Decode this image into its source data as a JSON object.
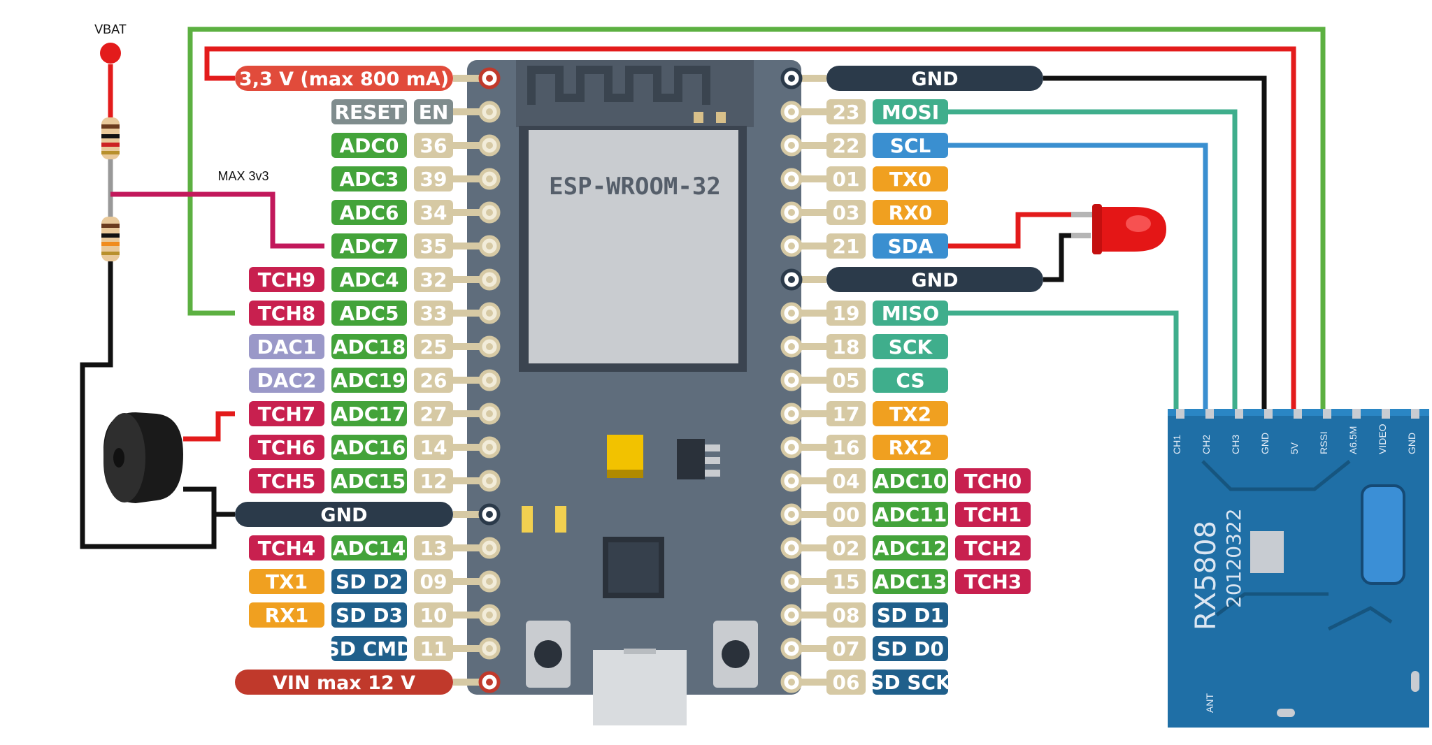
{
  "labels": {
    "vbat": "VBAT",
    "max3v3": "MAX 3v3",
    "module": "ESP-WROOM-32",
    "rx_model": "RX5808",
    "rx_date": "20120322"
  },
  "left_pins": [
    {
      "row": 0,
      "tags": [
        {
          "t": "3,3 V (max 800 mA)",
          "c": "red3v",
          "w": "wide"
        }
      ],
      "hole": "power"
    },
    {
      "row": 1,
      "tags": [
        {
          "t": "RESET",
          "c": "gray"
        },
        {
          "t": "EN",
          "c": "gray",
          "w": "num"
        }
      ]
    },
    {
      "row": 2,
      "tags": [
        {
          "t": "ADC0",
          "c": "green"
        },
        {
          "t": "36",
          "c": "tan",
          "w": "num"
        }
      ]
    },
    {
      "row": 3,
      "tags": [
        {
          "t": "ADC3",
          "c": "green"
        },
        {
          "t": "39",
          "c": "tan",
          "w": "num"
        }
      ]
    },
    {
      "row": 4,
      "tags": [
        {
          "t": "ADC6",
          "c": "green"
        },
        {
          "t": "34",
          "c": "tan",
          "w": "num"
        }
      ]
    },
    {
      "row": 5,
      "tags": [
        {
          "t": "ADC7",
          "c": "green"
        },
        {
          "t": "35",
          "c": "tan",
          "w": "num"
        }
      ]
    },
    {
      "row": 6,
      "tags": [
        {
          "t": "TCH9",
          "c": "pink"
        },
        {
          "t": "ADC4",
          "c": "green"
        },
        {
          "t": "32",
          "c": "tan",
          "w": "num"
        }
      ]
    },
    {
      "row": 7,
      "tags": [
        {
          "t": "TCH8",
          "c": "pink"
        },
        {
          "t": "ADC5",
          "c": "green"
        },
        {
          "t": "33",
          "c": "tan",
          "w": "num"
        }
      ]
    },
    {
      "row": 8,
      "tags": [
        {
          "t": "DAC1",
          "c": "lav"
        },
        {
          "t": "ADC18",
          "c": "green"
        },
        {
          "t": "25",
          "c": "tan",
          "w": "num"
        }
      ]
    },
    {
      "row": 9,
      "tags": [
        {
          "t": "DAC2",
          "c": "lav"
        },
        {
          "t": "ADC19",
          "c": "green"
        },
        {
          "t": "26",
          "c": "tan",
          "w": "num"
        }
      ]
    },
    {
      "row": 10,
      "tags": [
        {
          "t": "TCH7",
          "c": "pink"
        },
        {
          "t": "ADC17",
          "c": "green"
        },
        {
          "t": "27",
          "c": "tan",
          "w": "num"
        }
      ]
    },
    {
      "row": 11,
      "tags": [
        {
          "t": "TCH6",
          "c": "pink"
        },
        {
          "t": "ADC16",
          "c": "green"
        },
        {
          "t": "14",
          "c": "tan",
          "w": "num"
        }
      ]
    },
    {
      "row": 12,
      "tags": [
        {
          "t": "TCH5",
          "c": "pink"
        },
        {
          "t": "ADC15",
          "c": "green"
        },
        {
          "t": "12",
          "c": "tan",
          "w": "num"
        }
      ]
    },
    {
      "row": 13,
      "tags": [
        {
          "t": "GND",
          "c": "navy",
          "w": "wide"
        }
      ],
      "hole": "gnd"
    },
    {
      "row": 14,
      "tags": [
        {
          "t": "TCH4",
          "c": "pink"
        },
        {
          "t": "ADC14",
          "c": "green"
        },
        {
          "t": "13",
          "c": "tan",
          "w": "num"
        }
      ]
    },
    {
      "row": 15,
      "tags": [
        {
          "t": "TX1",
          "c": "orange"
        },
        {
          "t": "SD D2",
          "c": "blue"
        },
        {
          "t": "09",
          "c": "tan",
          "w": "num"
        }
      ]
    },
    {
      "row": 16,
      "tags": [
        {
          "t": "RX1",
          "c": "orange"
        },
        {
          "t": "SD D3",
          "c": "blue"
        },
        {
          "t": "10",
          "c": "tan",
          "w": "num"
        }
      ]
    },
    {
      "row": 17,
      "tags": [
        {
          "t": "SD CMD",
          "c": "blue"
        },
        {
          "t": "11",
          "c": "tan",
          "w": "num"
        }
      ]
    },
    {
      "row": 18,
      "tags": [
        {
          "t": "VIN max 12 V",
          "c": "redvin",
          "w": "wide"
        }
      ],
      "hole": "power"
    }
  ],
  "right_pins": [
    {
      "row": 0,
      "tags": [
        {
          "t": "GND",
          "c": "navy",
          "w": "wide"
        }
      ],
      "hole": "gnd"
    },
    {
      "row": 1,
      "tags": [
        {
          "t": "23",
          "c": "tan",
          "w": "num"
        },
        {
          "t": "MOSI",
          "c": "teal"
        }
      ]
    },
    {
      "row": 2,
      "tags": [
        {
          "t": "22",
          "c": "tan",
          "w": "num"
        },
        {
          "t": "SCL",
          "c": "sky"
        }
      ]
    },
    {
      "row": 3,
      "tags": [
        {
          "t": "01",
          "c": "tan",
          "w": "num"
        },
        {
          "t": "TX0",
          "c": "orange"
        }
      ]
    },
    {
      "row": 4,
      "tags": [
        {
          "t": "03",
          "c": "tan",
          "w": "num"
        },
        {
          "t": "RX0",
          "c": "orange"
        }
      ]
    },
    {
      "row": 5,
      "tags": [
        {
          "t": "21",
          "c": "tan",
          "w": "num"
        },
        {
          "t": "SDA",
          "c": "sky"
        }
      ]
    },
    {
      "row": 6,
      "tags": [
        {
          "t": "GND",
          "c": "navy",
          "w": "wide"
        }
      ],
      "hole": "gnd"
    },
    {
      "row": 7,
      "tags": [
        {
          "t": "19",
          "c": "tan",
          "w": "num"
        },
        {
          "t": "MISO",
          "c": "teal"
        }
      ]
    },
    {
      "row": 8,
      "tags": [
        {
          "t": "18",
          "c": "tan",
          "w": "num"
        },
        {
          "t": "SCK",
          "c": "teal"
        }
      ]
    },
    {
      "row": 9,
      "tags": [
        {
          "t": "05",
          "c": "tan",
          "w": "num"
        },
        {
          "t": "CS",
          "c": "teal"
        }
      ]
    },
    {
      "row": 10,
      "tags": [
        {
          "t": "17",
          "c": "tan",
          "w": "num"
        },
        {
          "t": "TX2",
          "c": "orange"
        }
      ]
    },
    {
      "row": 11,
      "tags": [
        {
          "t": "16",
          "c": "tan",
          "w": "num"
        },
        {
          "t": "RX2",
          "c": "orange"
        }
      ]
    },
    {
      "row": 12,
      "tags": [
        {
          "t": "04",
          "c": "tan",
          "w": "num"
        },
        {
          "t": "ADC10",
          "c": "green"
        },
        {
          "t": "TCH0",
          "c": "pink"
        }
      ]
    },
    {
      "row": 13,
      "tags": [
        {
          "t": "00",
          "c": "tan",
          "w": "num"
        },
        {
          "t": "ADC11",
          "c": "green"
        },
        {
          "t": "TCH1",
          "c": "pink"
        }
      ]
    },
    {
      "row": 14,
      "tags": [
        {
          "t": "02",
          "c": "tan",
          "w": "num"
        },
        {
          "t": "ADC12",
          "c": "green"
        },
        {
          "t": "TCH2",
          "c": "pink"
        }
      ]
    },
    {
      "row": 15,
      "tags": [
        {
          "t": "15",
          "c": "tan",
          "w": "num"
        },
        {
          "t": "ADC13",
          "c": "green"
        },
        {
          "t": "TCH3",
          "c": "pink"
        }
      ]
    },
    {
      "row": 16,
      "tags": [
        {
          "t": "08",
          "c": "tan",
          "w": "num"
        },
        {
          "t": "SD D1",
          "c": "blue"
        }
      ]
    },
    {
      "row": 17,
      "tags": [
        {
          "t": "07",
          "c": "tan",
          "w": "num"
        },
        {
          "t": "SD D0",
          "c": "blue"
        }
      ]
    },
    {
      "row": 18,
      "tags": [
        {
          "t": "06",
          "c": "tan",
          "w": "num"
        },
        {
          "t": "SD SCK",
          "c": "blue"
        }
      ]
    }
  ],
  "rx_pins": [
    "CH1",
    "CH2",
    "CH3",
    "GND",
    "5V",
    "RSSI",
    "A6.5M",
    "VIDEO",
    "GND",
    "ANT"
  ],
  "colors": {
    "red3v": "#e14b3b",
    "redvin": "#c0392b",
    "gray": "#7f8c8d",
    "green": "#43a33a",
    "tan": "#d6c9a4",
    "pink": "#c8204f",
    "lav": "#9a98c8",
    "navy": "#2b3a4a",
    "orange": "#f0a020",
    "blue": "#1f5f8b",
    "teal": "#3fae8c",
    "sky": "#3a8fd0",
    "board": "#5f6d7c",
    "rxboard": "#1f6fa6",
    "wire_red": "#e31b1b",
    "wire_green": "#5cb041",
    "wire_black": "#111111",
    "wire_teal": "#3fae8c",
    "wire_blue": "#3a8fd0",
    "wire_crimson": "#c2185b"
  }
}
